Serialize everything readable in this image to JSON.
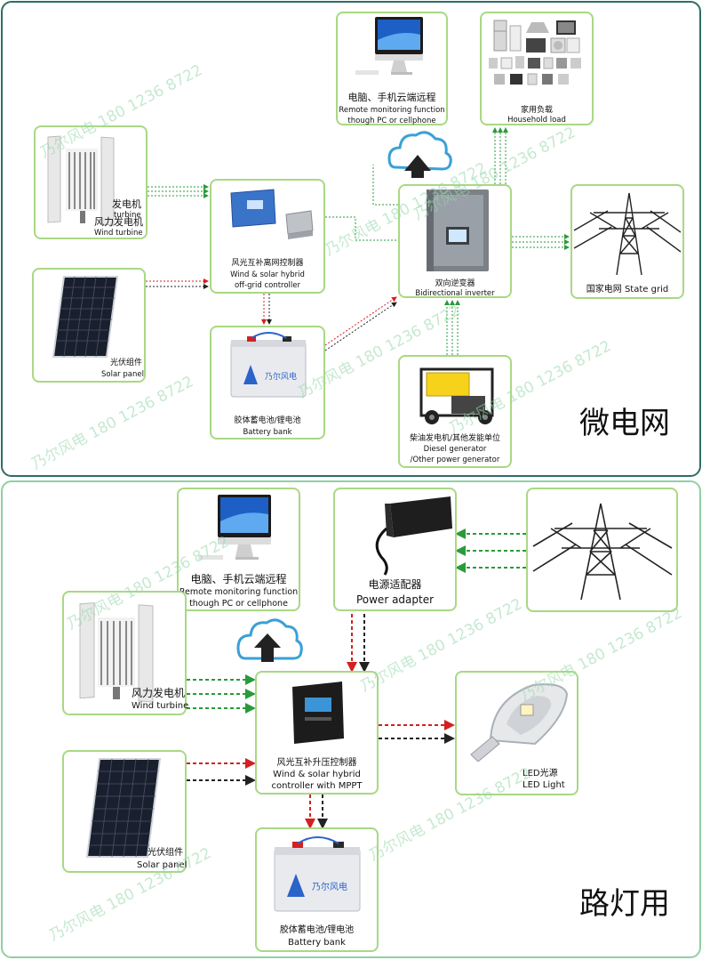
{
  "watermark": "乃尔风电 180 1236 8722",
  "micro": {
    "title": "微电网",
    "pc": {
      "cn": "电脑、手机云端远程",
      "en1": "Remote monitoring function",
      "en2": "though PC or cellphone"
    },
    "load": {
      "cn": "家用负载",
      "en": "Household load"
    },
    "wind": {
      "cn_top": "发电机",
      "en_top": "turbine",
      "cn": "风力发电机",
      "en": "Wind turbine"
    },
    "controller": {
      "cn": "风光互补离网控制器",
      "en1": "Wind & solar hybrid",
      "en2": "off-grid controller"
    },
    "inverter": {
      "cn": "双向逆变器",
      "en": "Bidirectional inverter"
    },
    "grid": {
      "label": "国家电网 State grid"
    },
    "solar": {
      "cn": "光伏组件",
      "en": "Solar panel"
    },
    "battery": {
      "cn": "胶体蓄电池/锂电池",
      "en": "Battery bank",
      "brand": "乃尔风电"
    },
    "diesel": {
      "cn": "柴油发电机/其他发能单位",
      "en1": "Diesel generator",
      "en2": "/Other power generator"
    }
  },
  "street": {
    "title": "路灯用",
    "pc": {
      "cn": "电脑、手机云端远程",
      "en1": "Remote monitoring function",
      "en2": "though PC or cellphone"
    },
    "adapter": {
      "cn": "电源适配器",
      "en": "Power adapter"
    },
    "wind": {
      "cn": "风力发电机",
      "en": "Wind turbine"
    },
    "controller": {
      "cn": "风光互补升压控制器",
      "en1": "Wind & solar hybrid",
      "en2": "controller with MPPT"
    },
    "led": {
      "cn": "LED光源",
      "en": "LED Light"
    },
    "solar": {
      "cn": "光伏组件",
      "en": "Solar panel"
    },
    "battery": {
      "cn": "胶体蓄电池/锂电池",
      "en": "Battery bank",
      "brand": "乃尔风电"
    }
  },
  "colors": {
    "green_arrow": "#2a9a3a",
    "red_arrow": "#d42020",
    "dark_arrow": "#222222",
    "box_border": "#a9d884"
  }
}
